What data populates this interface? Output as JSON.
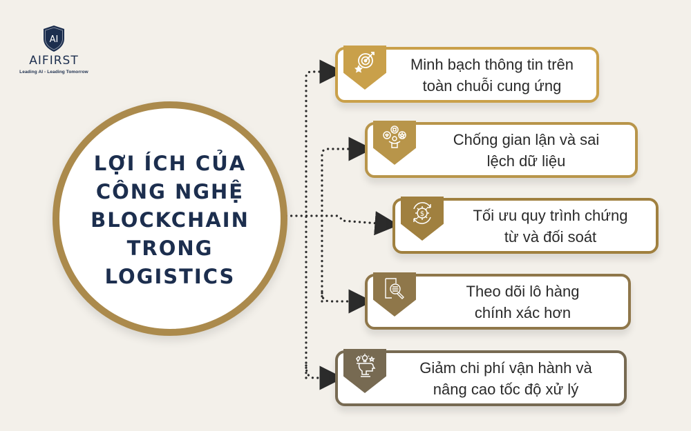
{
  "logo": {
    "mark": "AI",
    "name": "AIFIRST",
    "tagline": "Leading AI - Leading Tomorrow"
  },
  "center": {
    "title": "LỢI ÍCH CỦA\nCÔNG NGHỆ\nBLOCKCHAIN\nTRONG\nLOGISTICS"
  },
  "colors": {
    "background": "#f3f0ea",
    "navy": "#1c2e4e",
    "circle_border": "#ab8a4c",
    "connector": "#2b2b2b"
  },
  "benefits": [
    {
      "text": "Minh bạch thông tin trên\ntoàn chuỗi cung ứng",
      "icon": "target-star-icon",
      "color": "#c9a04a"
    },
    {
      "text": "Chống gian lận và sai\nlệch dữ liệu",
      "icon": "people-feedback-icon",
      "color": "#b8954a"
    },
    {
      "text": "Tối ưu quy trình chứng\ntừ và đối soát",
      "icon": "gear-dollar-cycle-icon",
      "color": "#a0803f"
    },
    {
      "text": "Theo dõi lô hàng\nchính xác hơn",
      "icon": "document-search-icon",
      "color": "#8f774a"
    },
    {
      "text": "Giảm chi phí vận hành và\nnâng cao tốc độ xử lý",
      "icon": "head-idea-icon",
      "color": "#776a52"
    }
  ]
}
